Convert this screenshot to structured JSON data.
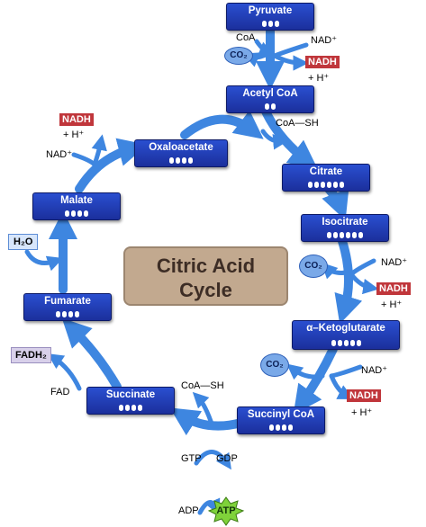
{
  "title": [
    "Citric Acid",
    "Cycle"
  ],
  "intermediates": {
    "pyruvate": "Pyruvate",
    "acetyl_coa": "Acetyl CoA",
    "citrate": "Citrate",
    "isocitrate": "Isocitrate",
    "alpha_ketoglutarate": "α–Ketoglutarate",
    "succinyl_coa": "Succinyl CoA",
    "succinate": "Succinate",
    "fumarate": "Fumarate",
    "malate": "Malate",
    "oxaloacetate": "Oxaloacetate"
  },
  "carbon_dots": {
    "pyruvate": 3,
    "acetyl_coa": 2,
    "citrate": 6,
    "isocitrate": 6,
    "alpha_ketoglutarate": 5,
    "succinyl_coa": 4,
    "succinate": 4,
    "fumarate": 4,
    "malate": 4,
    "oxaloacetate": 4
  },
  "labels": {
    "coa": "CoA",
    "coa_sh": "CoA—SH",
    "nad": "NAD⁺",
    "nadh": "NADH",
    "h_plus": "+ H⁺",
    "co2": "CO₂",
    "h2o": "H₂O",
    "fad": "FAD",
    "fadh2": "FADH₂",
    "gtp": "GTP",
    "gdp": "GDP",
    "adp": "ADP",
    "atp": "ATP"
  },
  "colors": {
    "box": "#1f3aa8",
    "arrow": "#3e86e0",
    "nadh": "#c0363b",
    "title_bg": "#c2a98f",
    "atp": "#7fd23a"
  }
}
